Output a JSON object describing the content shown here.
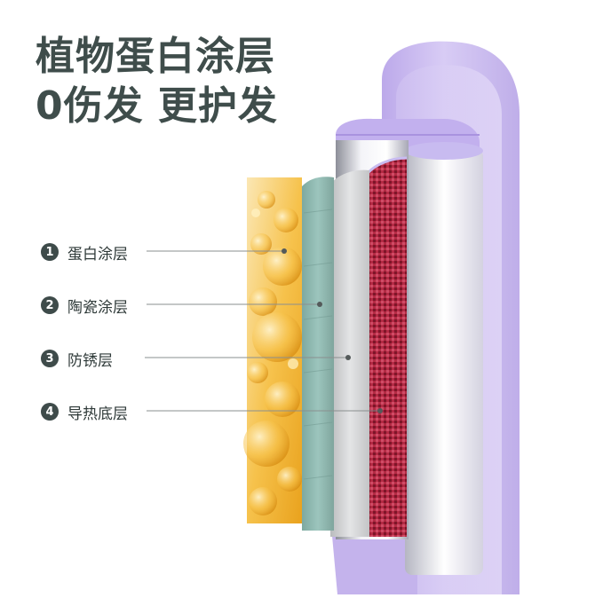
{
  "headline": {
    "line1": "植物蛋白涂层",
    "line2": "0伤发 更护发"
  },
  "layers": [
    {
      "number": "1",
      "label": "蛋白涂层"
    },
    {
      "number": "2",
      "label": "陶瓷涂层"
    },
    {
      "number": "3",
      "label": "防锈层"
    },
    {
      "number": "4",
      "label": "导热底层"
    }
  ],
  "colors": {
    "device_purple": "#c9b8ee",
    "text_dark": "#3f4d4b",
    "protein_gold": "#f3b531",
    "ceramic_teal": "#8fb8b0",
    "rust_grey": "#d9dadb",
    "heat_red": "#a8243a"
  }
}
